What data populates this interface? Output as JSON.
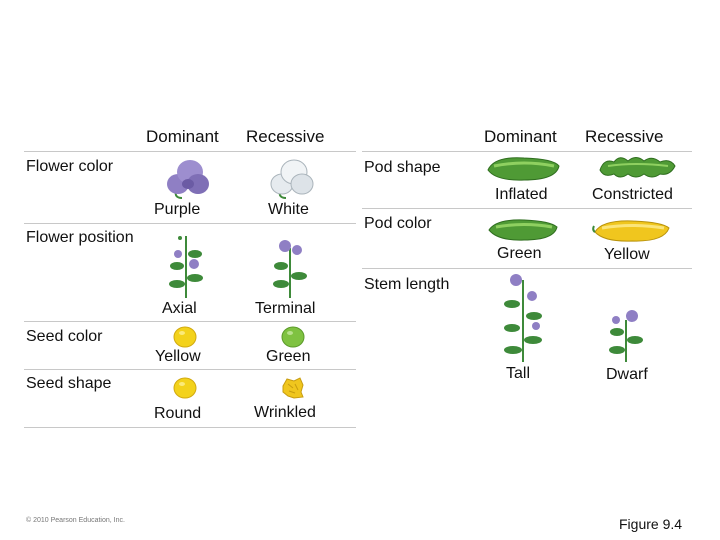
{
  "left_table": {
    "header": {
      "dominant": "Dominant",
      "recessive": "Recessive"
    },
    "traits": [
      {
        "name": "Flower color",
        "dominant": "Purple",
        "recessive": "White"
      },
      {
        "name": "Flower position",
        "dominant": "Axial",
        "recessive": "Terminal"
      },
      {
        "name": "Seed color",
        "dominant": "Yellow",
        "recessive": "Green"
      },
      {
        "name": "Seed shape",
        "dominant": "Round",
        "recessive": "Wrinkled"
      }
    ]
  },
  "right_table": {
    "header": {
      "dominant": "Dominant",
      "recessive": "Recessive"
    },
    "traits": [
      {
        "name": "Pod shape",
        "dominant": "Inflated",
        "recessive": "Constricted"
      },
      {
        "name": "Pod color",
        "dominant": "Green",
        "recessive": "Yellow"
      },
      {
        "name": "Stem length",
        "dominant": "Tall",
        "recessive": "Dwarf"
      }
    ]
  },
  "copyright": "© 2010 Pearson Education, Inc.",
  "figure_label": "Figure 9.4",
  "colors": {
    "purple": "#8f7fc4",
    "white_flower": "#e6ebef",
    "pea_yellow": "#f3d21b",
    "pea_green": "#7fc241",
    "pod_green": "#4f9a35",
    "pod_yellow": "#f0c61e",
    "leaf_green": "#3e8a3a"
  }
}
